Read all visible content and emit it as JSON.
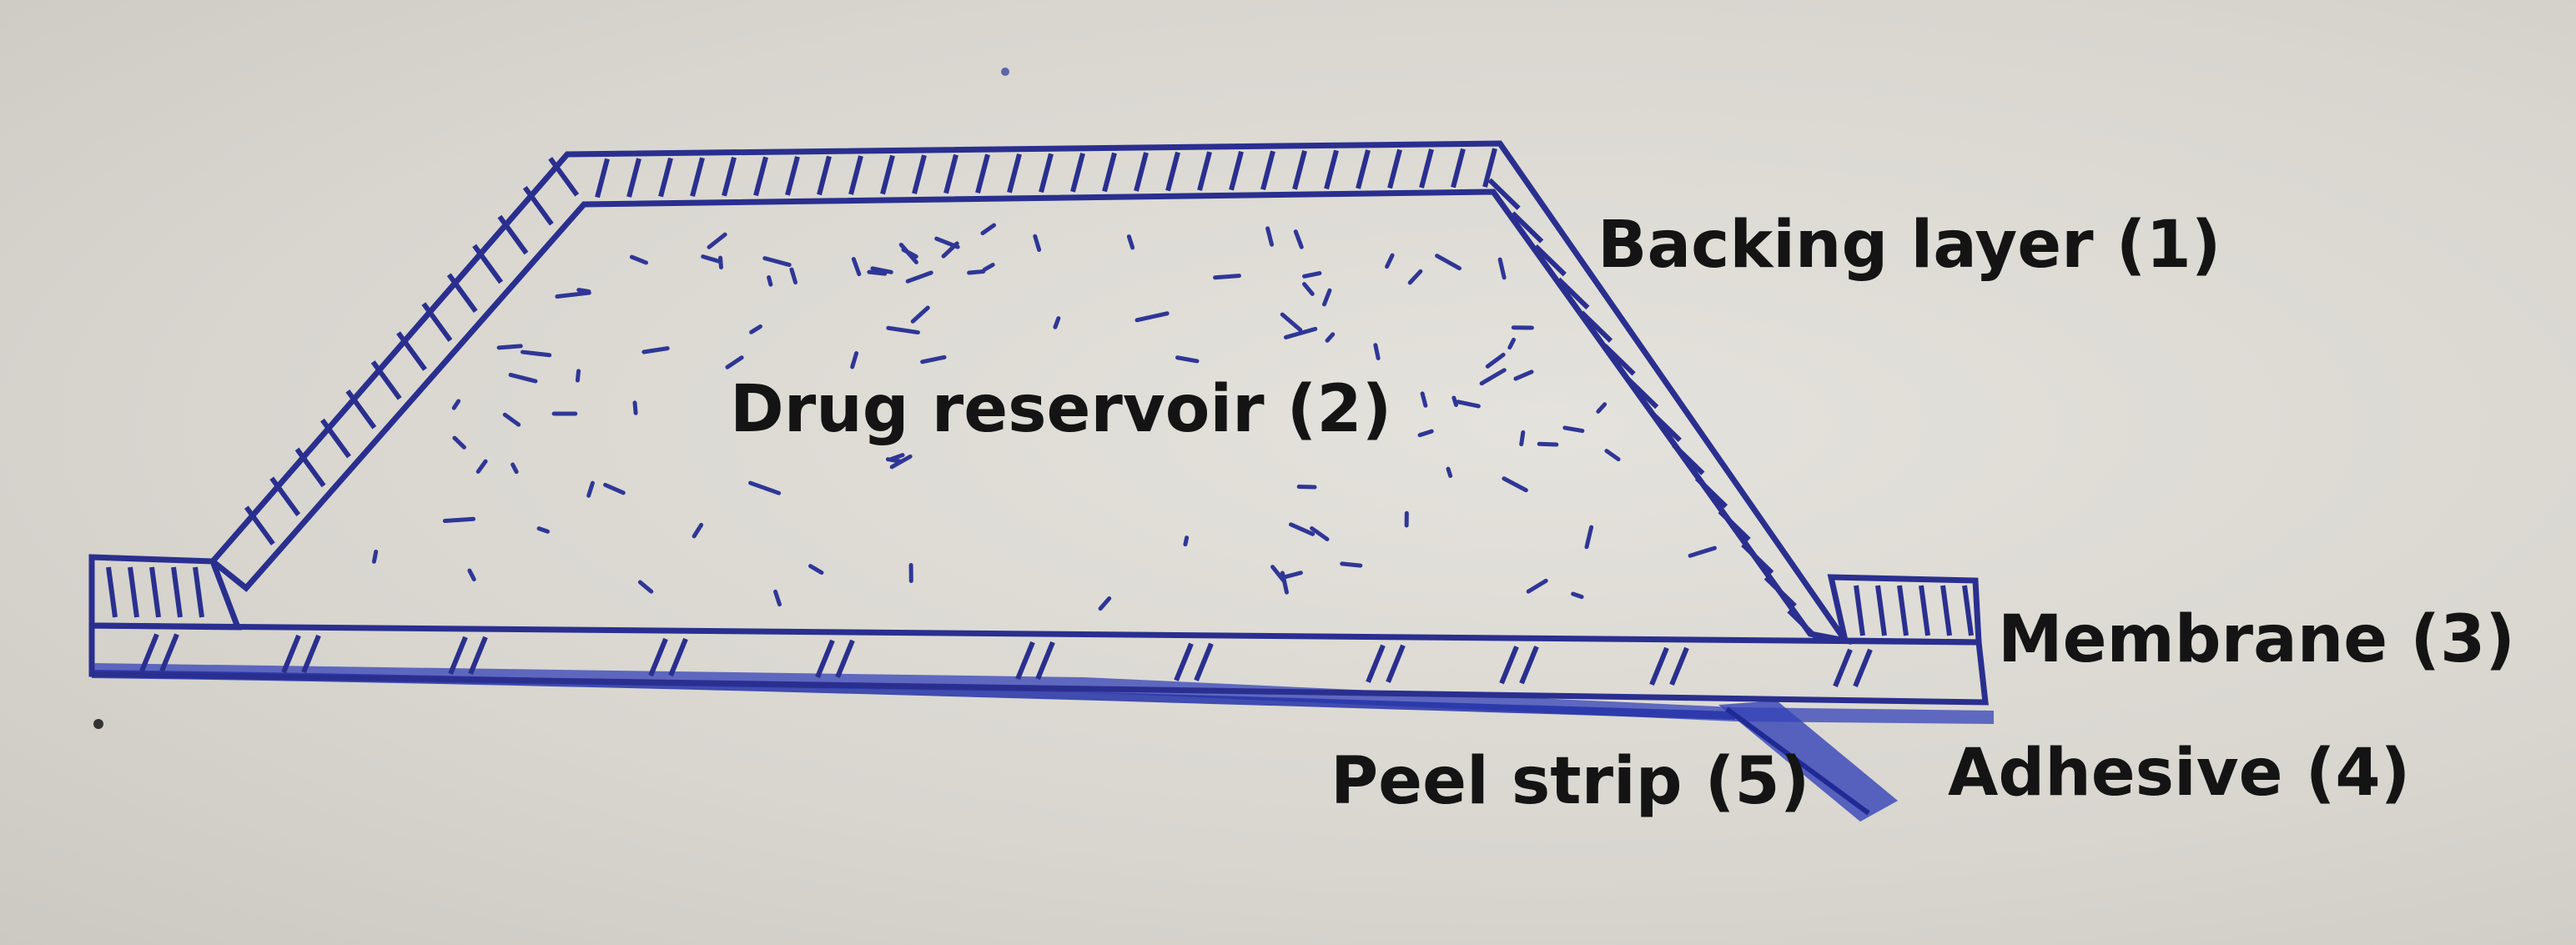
{
  "labels": {
    "backing_layer": "Backing layer (1)",
    "drug_reservoir": "Drug reservoir (2)",
    "membrane": "Membrane (3)",
    "adhesive": "Adhesive (4)",
    "peel_strip": "Peel strip (5)"
  },
  "colors": {
    "ink": "#2a2f8f",
    "adhesive_ink": "#2d3bb0",
    "label_text": "#141414",
    "paper": "#dcdad4"
  }
}
